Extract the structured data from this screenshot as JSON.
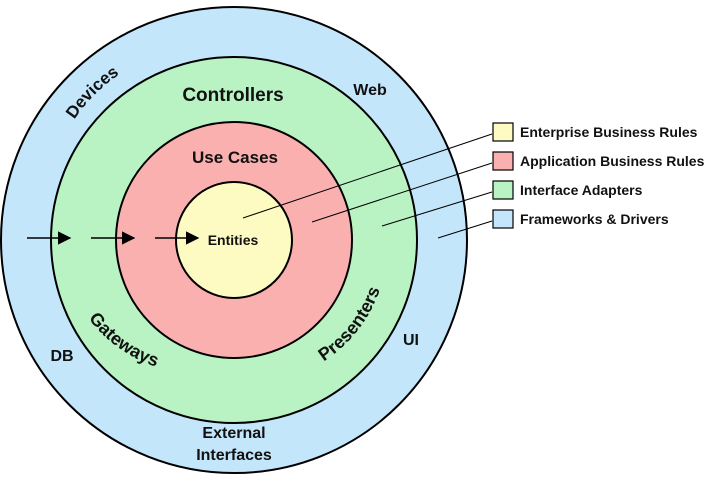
{
  "rings": {
    "outer": {
      "name": "Frameworks & Drivers",
      "color": "#c4e6fb"
    },
    "adapters": {
      "name": "Interface Adapters",
      "color": "#b9f2c3"
    },
    "usecases": {
      "name": "Use Cases",
      "color": "#fbb0b0"
    },
    "entities": {
      "name": "Entities",
      "color": "#fdfbc2"
    }
  },
  "labels": {
    "devices": "Devices",
    "web": "Web",
    "controllers": "Controllers",
    "use_cases": "Use Cases",
    "entities": "Entities",
    "gateways": "Gateways",
    "presenters": "Presenters",
    "db": "DB",
    "ui": "UI",
    "external_line1": "External",
    "external_line2": "Interfaces"
  },
  "legend": [
    {
      "label": "Enterprise Business Rules",
      "color": "#fdfbc2"
    },
    {
      "label": "Application Business Rules",
      "color": "#fbb0b0"
    },
    {
      "label": "Interface Adapters",
      "color": "#b9f2c3"
    },
    {
      "label": "Frameworks & Drivers",
      "color": "#c4e6fb"
    }
  ]
}
